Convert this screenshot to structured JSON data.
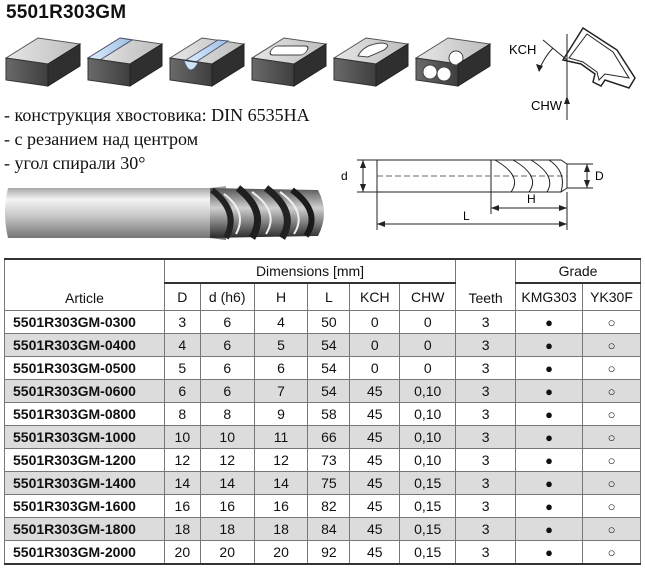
{
  "title": "5501R303GM",
  "profile_labels": {
    "kch": "KCH",
    "chw": "CHW"
  },
  "drawing_labels": {
    "d": "d",
    "D": "D",
    "H": "H",
    "L": "L"
  },
  "bullets": [
    "- конструкция хвостовика: DIN 6535HA",
    "- с резанием над центром",
    "- угол спирали 30°"
  ],
  "table": {
    "header": {
      "article": "Article",
      "dimensions": "Dimensions [mm]",
      "teeth": "Teeth",
      "grade": "Grade",
      "cols": [
        "D",
        "d (h6)",
        "H",
        "L",
        "KCH",
        "CHW"
      ],
      "grades": [
        "KMG303",
        "YK30F"
      ]
    },
    "rows": [
      [
        "5501R303GM-0300",
        "3",
        "6",
        "4",
        "50",
        "0",
        "0",
        "3",
        "●",
        "○"
      ],
      [
        "5501R303GM-0400",
        "4",
        "6",
        "5",
        "54",
        "0",
        "0",
        "3",
        "●",
        "○"
      ],
      [
        "5501R303GM-0500",
        "5",
        "6",
        "6",
        "54",
        "0",
        "0",
        "3",
        "●",
        "○"
      ],
      [
        "5501R303GM-0600",
        "6",
        "6",
        "7",
        "54",
        "45",
        "0,10",
        "3",
        "●",
        "○"
      ],
      [
        "5501R303GM-0800",
        "8",
        "8",
        "9",
        "58",
        "45",
        "0,10",
        "3",
        "●",
        "○"
      ],
      [
        "5501R303GM-1000",
        "10",
        "10",
        "11",
        "66",
        "45",
        "0,10",
        "3",
        "●",
        "○"
      ],
      [
        "5501R303GM-1200",
        "12",
        "12",
        "12",
        "73",
        "45",
        "0,10",
        "3",
        "●",
        "○"
      ],
      [
        "5501R303GM-1400",
        "14",
        "14",
        "14",
        "75",
        "45",
        "0,15",
        "3",
        "●",
        "○"
      ],
      [
        "5501R303GM-1600",
        "16",
        "16",
        "16",
        "82",
        "45",
        "0,15",
        "3",
        "●",
        "○"
      ],
      [
        "5501R303GM-1800",
        "18",
        "18",
        "18",
        "84",
        "45",
        "0,15",
        "3",
        "●",
        "○"
      ],
      [
        "5501R303GM-2000",
        "20",
        "20",
        "20",
        "92",
        "45",
        "0,15",
        "3",
        "●",
        "○"
      ]
    ]
  }
}
